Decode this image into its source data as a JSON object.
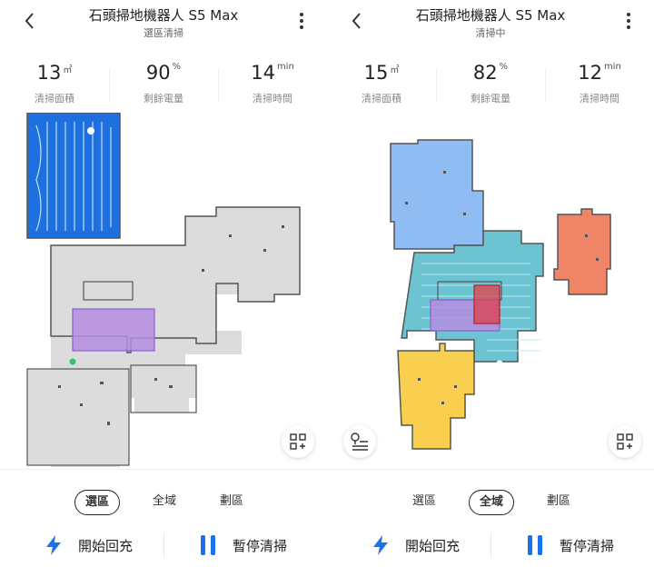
{
  "colors": {
    "accent": "#1a73e8",
    "map_gray": "#dcdcdc",
    "map_wall": "#555555",
    "room_blue_selected": "#1e6fe0",
    "room_light_blue": "#8fbcf2",
    "room_teal": "#6cc4d2",
    "room_orange": "#ef8466",
    "room_yellow": "#f8cf4e",
    "zone_purple": "#b48de0",
    "zone_red": "#e0404a"
  },
  "left": {
    "title": "石頭掃地機器人 S5 Max",
    "subtitle": "選區清掃",
    "stats": [
      {
        "value": "13",
        "unit": "㎡",
        "label": "清掃面積"
      },
      {
        "value": "90",
        "unit": "%",
        "label": "剩餘電量"
      },
      {
        "value": "14",
        "unit": "min",
        "label": "清掃時間"
      }
    ],
    "modes": [
      "選區",
      "全域",
      "劃區"
    ],
    "active_mode": "選區",
    "actions": {
      "charge": "開始回充",
      "pause": "暫停清掃"
    }
  },
  "right": {
    "title": "石頭掃地機器人 S5 Max",
    "subtitle": "清掃中",
    "stats": [
      {
        "value": "15",
        "unit": "㎡",
        "label": "清掃面積"
      },
      {
        "value": "82",
        "unit": "%",
        "label": "剩餘電量"
      },
      {
        "value": "12",
        "unit": "min",
        "label": "清掃時間"
      }
    ],
    "modes": [
      "選區",
      "全域",
      "劃區"
    ],
    "active_mode": "全域",
    "actions": {
      "charge": "開始回充",
      "pause": "暫停清掃"
    }
  },
  "icons": {
    "back": "chevron-left-icon",
    "more": "more-vertical-icon",
    "room_edit": "grid-plus-icon",
    "room_list": "map-pin-list-icon",
    "charge": "lightning-icon",
    "pause": "pause-icon"
  }
}
